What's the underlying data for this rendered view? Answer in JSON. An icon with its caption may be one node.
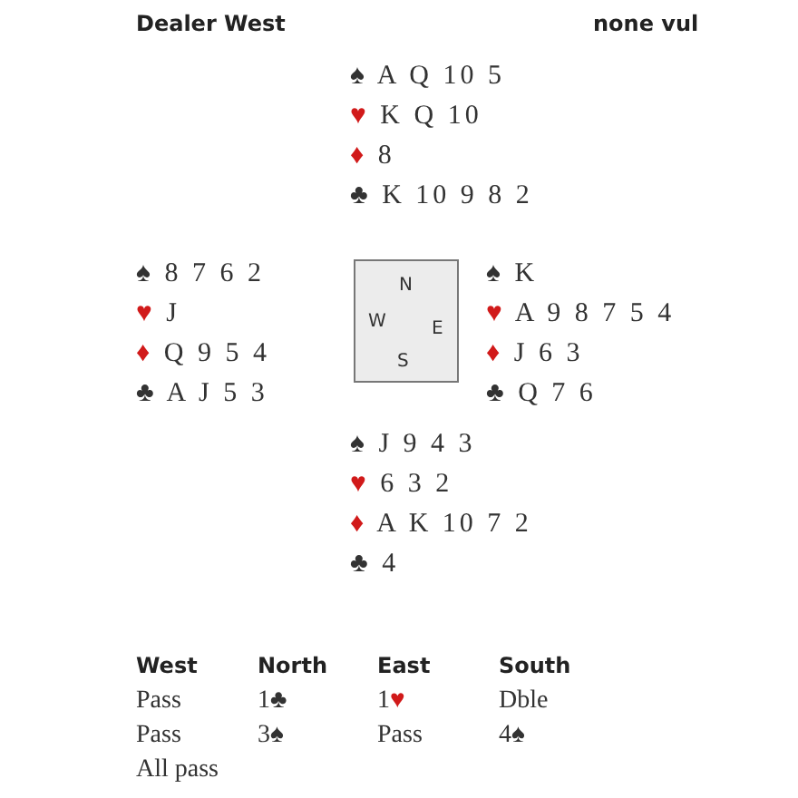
{
  "diagram": {
    "nodes": [
      {
        "text": [
          "N",
          "W",
          "E",
          "S"
        ]
      }
    ],
    "edges": [],
    "labels": [
      "Dealer West",
      "none vul",
      "♠ A Q 10 5",
      "♥ K Q 10",
      "♦ 8",
      "♣ K 10 9 8 2",
      "♠ 8 7 6 2",
      "♥ J",
      "♦ Q 9 5 4",
      "♣ A J 5 3",
      "♠ K",
      "♥ A 9 8 7 5 4",
      "♦ J 6 3",
      "♣ Q 7 6",
      "♠ J 9 4 3",
      "♥ 6 3 2",
      "♦ A K 10 7 2",
      "♣ 4",
      "West",
      "North",
      "East",
      "South",
      "Pass",
      "1♣",
      "1♥",
      "Dble",
      "Pass",
      "3♠",
      "Pass",
      "4♠",
      "All pass"
    ]
  }
}
